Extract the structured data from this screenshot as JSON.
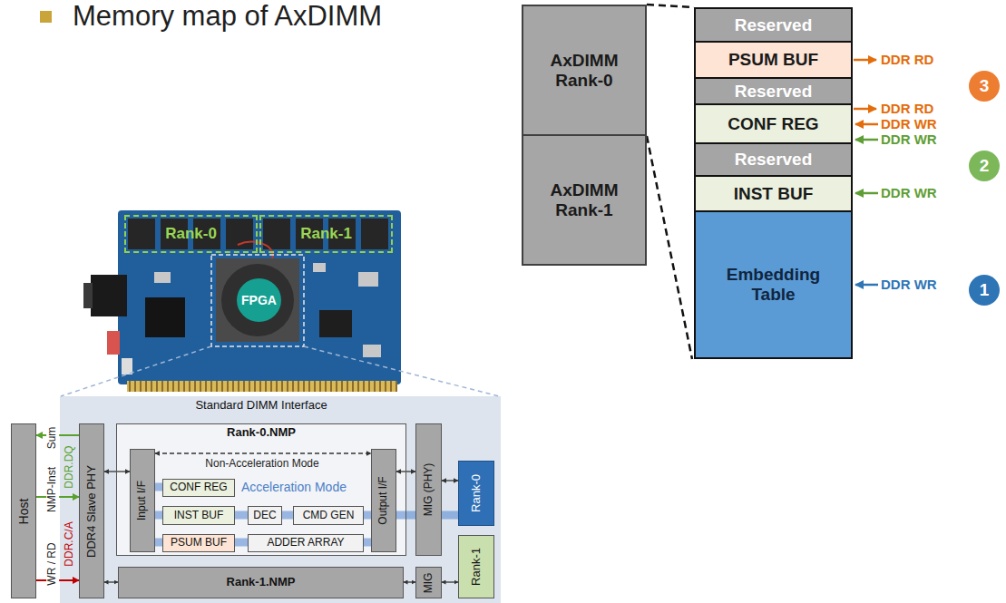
{
  "diagram": {
    "title": "Memory map of AxDIMM",
    "nodes": [
      {
        "text": [
          "AxDIMM Rank-0"
        ]
      },
      {
        "text": [
          "AxDIMM Rank-1"
        ]
      },
      {
        "text": [
          "Reserved"
        ]
      },
      {
        "text": [
          "PSUM BUF"
        ]
      },
      {
        "text": [
          "Reserved"
        ]
      },
      {
        "text": [
          "CONF REG"
        ]
      },
      {
        "text": [
          "Reserved"
        ]
      },
      {
        "text": [
          "INST BUF"
        ]
      },
      {
        "text": [
          "Embedding Table"
        ]
      },
      {
        "text": [
          "3"
        ]
      },
      {
        "text": [
          "2"
        ]
      },
      {
        "text": [
          "1"
        ]
      },
      {
        "text": [
          "Rank-0"
        ]
      },
      {
        "text": [
          "Rank-1"
        ]
      },
      {
        "text": [
          "FPGA"
        ]
      },
      {
        "text": [
          "Host"
        ]
      },
      {
        "text": [
          "DDR4 Slave PHY"
        ]
      },
      {
        "text": [
          "Rank-0.NMP"
        ]
      },
      {
        "text": [
          "Input I/F"
        ],
        "in": 17
      },
      {
        "text": [
          "CONF REG"
        ],
        "in": 17
      },
      {
        "text": [
          "INST BUF"
        ],
        "in": 17
      },
      {
        "text": [
          "DEC"
        ],
        "in": 17
      },
      {
        "text": [
          "CMD GEN"
        ],
        "in": 17
      },
      {
        "text": [
          "PSUM BUF"
        ],
        "in": 17
      },
      {
        "text": [
          "ADDER ARRAY"
        ],
        "in": 17
      },
      {
        "text": [
          "Output I/F"
        ],
        "in": 17
      },
      {
        "text": [
          "MIG (PHY)"
        ]
      },
      {
        "text": [
          "Rank-0"
        ]
      },
      {
        "text": [
          "Rank-1.NMP"
        ]
      },
      {
        "text": [
          "MIG"
        ]
      },
      {
        "text": [
          "Rank-1"
        ]
      }
    ],
    "edges": [
      {
        "from": 16,
        "to": 15,
        "arrow": "to",
        "label": "Sum"
      },
      {
        "from": 15,
        "to": 16,
        "arrow": "to",
        "label": "NMP-Inst"
      },
      {
        "from": 15,
        "to": 16,
        "arrow": "to",
        "label": "WR / RD"
      },
      {
        "from": 16,
        "to": 18,
        "arrow": "both"
      },
      {
        "from": 18,
        "to": 25,
        "arrow": "both",
        "label": "Non-Acceleration Mode"
      },
      {
        "from": 25,
        "to": 26,
        "arrow": "both"
      },
      {
        "from": 26,
        "to": 27,
        "arrow": "both"
      },
      {
        "from": 16,
        "to": 28,
        "arrow": "both"
      },
      {
        "from": 28,
        "to": 29,
        "arrow": "both"
      },
      {
        "from": 29,
        "to": 30,
        "arrow": "both"
      }
    ],
    "labels": [
      "DDR RD",
      "DDR RD",
      "DDR WR",
      "DDR WR",
      "DDR WR",
      "DDR WR",
      "Standard DIMM Interface",
      "DDR.DQ",
      "DDR.C/A",
      "Acceleration Mode"
    ]
  }
}
